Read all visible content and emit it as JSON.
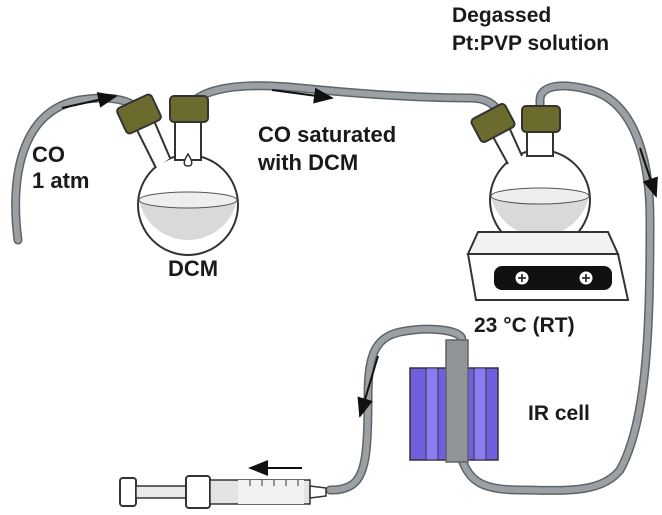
{
  "labels": {
    "co_line1": "CO",
    "co_line2": "1 atm",
    "dcm": "DCM",
    "co_sat_line1": "CO saturated",
    "co_sat_line2": "with DCM",
    "degassed_line1": "Degassed",
    "degassed_line2": "Pt:PVP solution",
    "temperature": "23 °C (RT)",
    "ir_cell": "IR cell"
  },
  "colors": {
    "tube": "#9aa0a3",
    "tube_edge": "#5f6466",
    "cap": "#6b6b2e",
    "ir_cell": "#7060e0",
    "glass_liquid": "#d9d9d9"
  }
}
